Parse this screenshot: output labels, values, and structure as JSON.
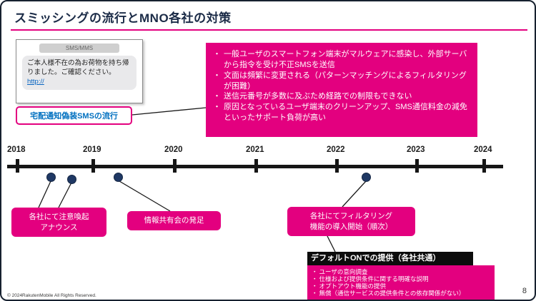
{
  "title": "スミッシングの流行とMNO各社の対策",
  "page_number": "8",
  "footer": "© 2024RakutenMobile All Rights Reserved.",
  "marks": {
    "bullet": "・"
  },
  "colors": {
    "accent": "#e3007f",
    "navy_dot": "#1f3864",
    "title_navy": "#1b2b47",
    "label_blue": "#0070c0",
    "link_blue": "#0563c1"
  },
  "sms_mock": {
    "header": "SMS/MMS",
    "message": "ご本人様不在の為お荷物を持ち帰りました。ご確認ください。",
    "link": "http://"
  },
  "smishing_label": "宅配通知偽装SMSの流行",
  "problem_box": {
    "bullets": [
      "一般ユーザのスマートフォン端末がマルウェアに感染し、外部サーバから指令を受け不正SMSを送信",
      "文面は頻繁に変更される（パターンマッチングによるフィルタリングが困難）",
      "送信元番号が多数に及ぶため経路での制限もできない",
      "原因となっているユーザ端末のクリーンアップ、SMS通信料金の減免といったサポート負荷が高い"
    ]
  },
  "timeline": {
    "years": [
      "2018",
      "2019",
      "2020",
      "2021",
      "2022",
      "2023",
      "2024"
    ]
  },
  "events": {
    "announce": "各社にて注意喚起\nアナウンス",
    "infoshare": "情報共有会の発足",
    "filtering": "各社にてフィルタリング\n機能の導入開始（順次）"
  },
  "default_on": {
    "header": "デフォルトONでの提供（各社共通）",
    "bullets": [
      "ユーザの意向調査",
      "仕様および提供条件に関する明確な説明",
      "オプトアウト機能の提供",
      "無償（通信サービスの提供条件との依存関係がない）"
    ]
  }
}
